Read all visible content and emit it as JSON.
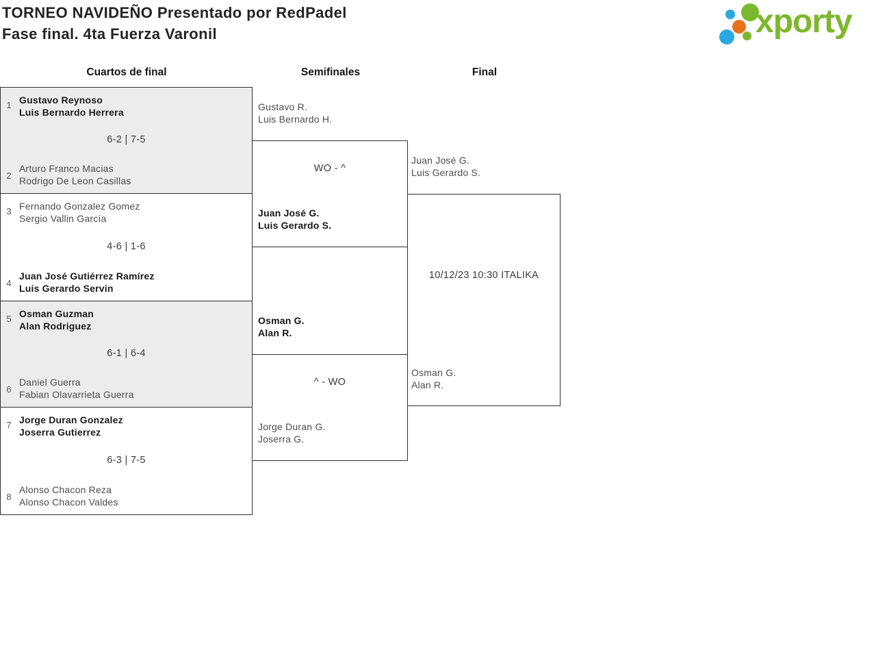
{
  "header": {
    "title_line1": "TORNEO NAVIDEÑO Presentado por RedPadel",
    "title_line2": "Fase final. 4ta Fuerza Varonil",
    "logo_text": "xporty"
  },
  "columns": [
    "Cuartos de final",
    "Semifinales",
    "Final"
  ],
  "colors": {
    "accent_green": "#7db72c",
    "accent_blue": "#2aa9e0",
    "accent_orange": "#e8721c",
    "box_shaded": "#ececec",
    "border": "#2f2f2f",
    "winner_text": "#1b1b1b",
    "loser_text": "#4d4d4d"
  },
  "bracket": {
    "quarterfinals": [
      {
        "shaded": true,
        "score": "6-2 | 7-5",
        "top": {
          "seed": "1",
          "players": [
            "Gustavo Reynoso",
            "Luis Bernardo Herrera"
          ],
          "winner": true
        },
        "bottom": {
          "seed": "2",
          "players": [
            "Arturo Franco Macias",
            "Rodrigo De Leon Casillas"
          ],
          "winner": false
        }
      },
      {
        "shaded": false,
        "score": "4-6 | 1-6",
        "top": {
          "seed": "3",
          "players": [
            "Fernando Gonzalez Gomez",
            "Sergio Vallin García"
          ],
          "winner": false
        },
        "bottom": {
          "seed": "4",
          "players": [
            "Juan José Gutiérrez Ramírez",
            "Luis Gerardo Servin"
          ],
          "winner": true
        }
      },
      {
        "shaded": true,
        "score": "6-1 | 6-4",
        "top": {
          "seed": "5",
          "players": [
            "Osman Guzman",
            "Alan Rodriguez"
          ],
          "winner": true
        },
        "bottom": {
          "seed": "6",
          "players": [
            "Daniel Guerra",
            "Fabian Olavarrieta Guerra"
          ],
          "winner": false
        }
      },
      {
        "shaded": false,
        "score": "6-3 | 7-5",
        "top": {
          "seed": "7",
          "players": [
            "Jorge Duran Gonzalez",
            "Joserra Gutierrez"
          ],
          "winner": true
        },
        "bottom": {
          "seed": "8",
          "players": [
            "Alonso Chacon Reza",
            "Alonso Chacon Valdes"
          ],
          "winner": false
        }
      }
    ],
    "semifinals": [
      {
        "score": "WO - ^",
        "top": {
          "players": [
            "Gustavo R.",
            "Luis Bernardo H."
          ],
          "winner": false
        },
        "bottom": {
          "players": [
            "Juan José G.",
            "Luis Gerardo S."
          ],
          "winner": true
        }
      },
      {
        "score": "^ - WO",
        "top": {
          "players": [
            "Osman G.",
            "Alan R."
          ],
          "winner": true
        },
        "bottom": {
          "players": [
            "Jorge Duran G.",
            "Joserra G."
          ],
          "winner": false
        }
      }
    ],
    "final": {
      "info": "10/12/23 10:30 ITALIKA",
      "top": {
        "players": [
          "Juan José G.",
          "Luis Gerardo S."
        ]
      },
      "bottom": {
        "players": [
          "Osman G.",
          "Alan R."
        ]
      }
    }
  }
}
